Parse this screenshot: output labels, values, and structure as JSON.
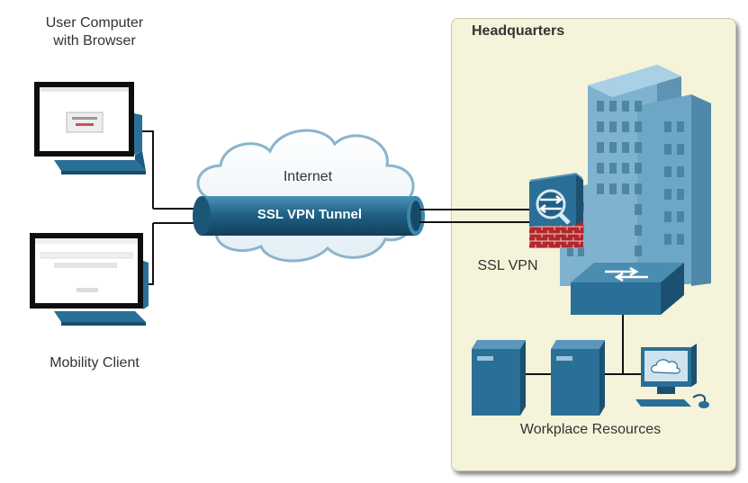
{
  "labels": {
    "user_computer": "User Computer\nwith Browser",
    "mobility_client": "Mobility Client",
    "internet": "Internet",
    "tunnel": "SSL VPN Tunnel",
    "headquarters": "Headquarters",
    "ssl_vpn": "SSL VPN",
    "workplace_resources": "Workplace Resources"
  },
  "colors": {
    "device_blue": "#2a6f97",
    "hq_background": "#f5f3d9",
    "firewall_red": "#b3262b"
  }
}
